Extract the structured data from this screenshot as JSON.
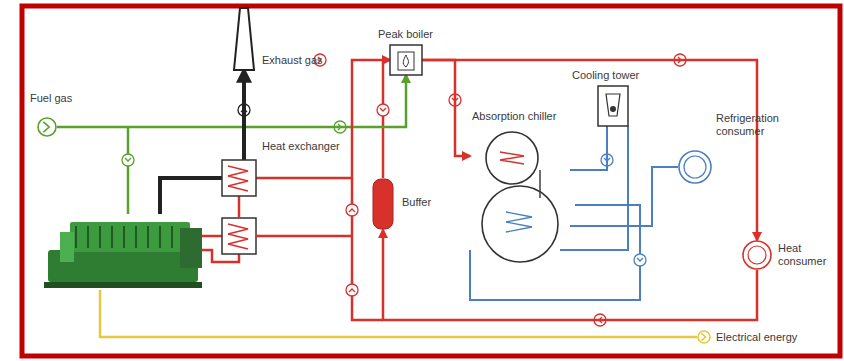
{
  "diagram": {
    "nodes": [
      {
        "text": [
          "Fuel gas"
        ]
      },
      {
        "text": [
          "Exhaust gas"
        ]
      },
      {
        "text": [
          "Peak boiler"
        ]
      },
      {
        "text": [
          "Heat exchanger"
        ]
      },
      {
        "text": [
          "Buffer"
        ]
      },
      {
        "text": [
          "Absorption chiller"
        ]
      },
      {
        "text": [
          "Cooling tower"
        ]
      },
      {
        "text": [
          "Refrigeration consumer"
        ]
      },
      {
        "text": [
          "Heat consumer"
        ]
      },
      {
        "text": [
          "Electrical energy"
        ]
      }
    ],
    "edges": [
      {
        "from": 0,
        "to": 2,
        "arrow": "to"
      },
      {
        "from": 3,
        "to": 1,
        "arrow": "to"
      },
      {
        "from": 3,
        "to": 2,
        "arrow": "to"
      },
      {
        "from": 2,
        "to": 8,
        "arrow": "to"
      },
      {
        "from": 2,
        "to": 5,
        "arrow": "to"
      },
      {
        "from": 8,
        "to": 4,
        "arrow": "to"
      },
      {
        "from": 5,
        "to": 6,
        "arrow": "none"
      },
      {
        "from": 5,
        "to": 7,
        "arrow": "none"
      }
    ]
  }
}
